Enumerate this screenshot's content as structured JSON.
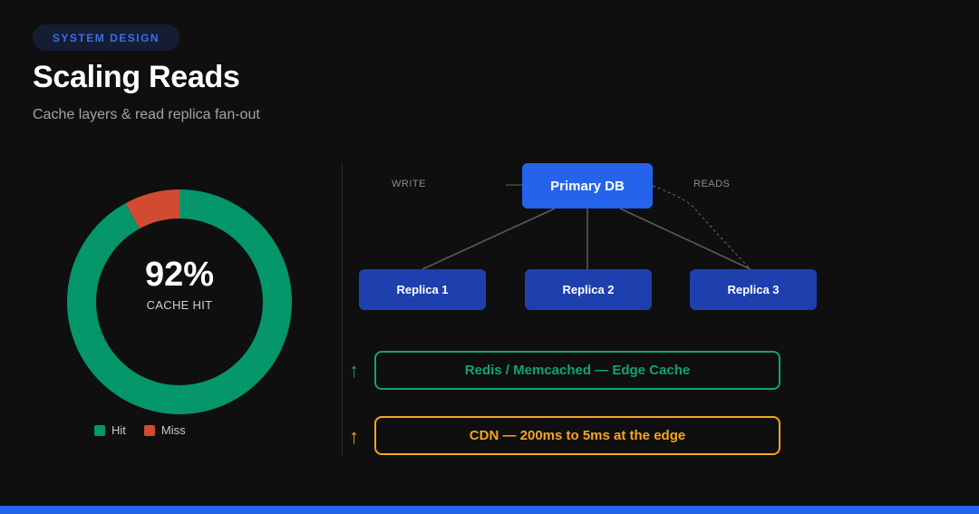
{
  "header": {
    "tag": "SYSTEM DESIGN",
    "title": "Scaling Reads",
    "subtitle": "Cache layers & read replica fan-out"
  },
  "donut": {
    "value_label": "92%",
    "caption": "CACHE HIT",
    "colors": {
      "hit": "#059669",
      "miss": "#d14b33"
    }
  },
  "chart_data": {
    "type": "pie",
    "categories": [
      "Hit",
      "Miss"
    ],
    "values": [
      92,
      8
    ],
    "title": "",
    "legend": "bottom"
  },
  "diagram": {
    "labels": {
      "write": "WRITE",
      "reads": "READS"
    },
    "primary": "Primary DB",
    "replicas": [
      "Replica 1",
      "Replica 2",
      "Replica 3"
    ],
    "layers": [
      {
        "label": "Redis / Memcached — Edge Cache",
        "color": "#10a373",
        "arrow": "↑"
      },
      {
        "label": "CDN — 200ms to 5ms at the edge",
        "color": "#f5a524",
        "arrow": "↑"
      }
    ]
  },
  "colors": {
    "accent": "#2563eb",
    "replica": "#1e40af",
    "background": "#0f0f0f"
  }
}
